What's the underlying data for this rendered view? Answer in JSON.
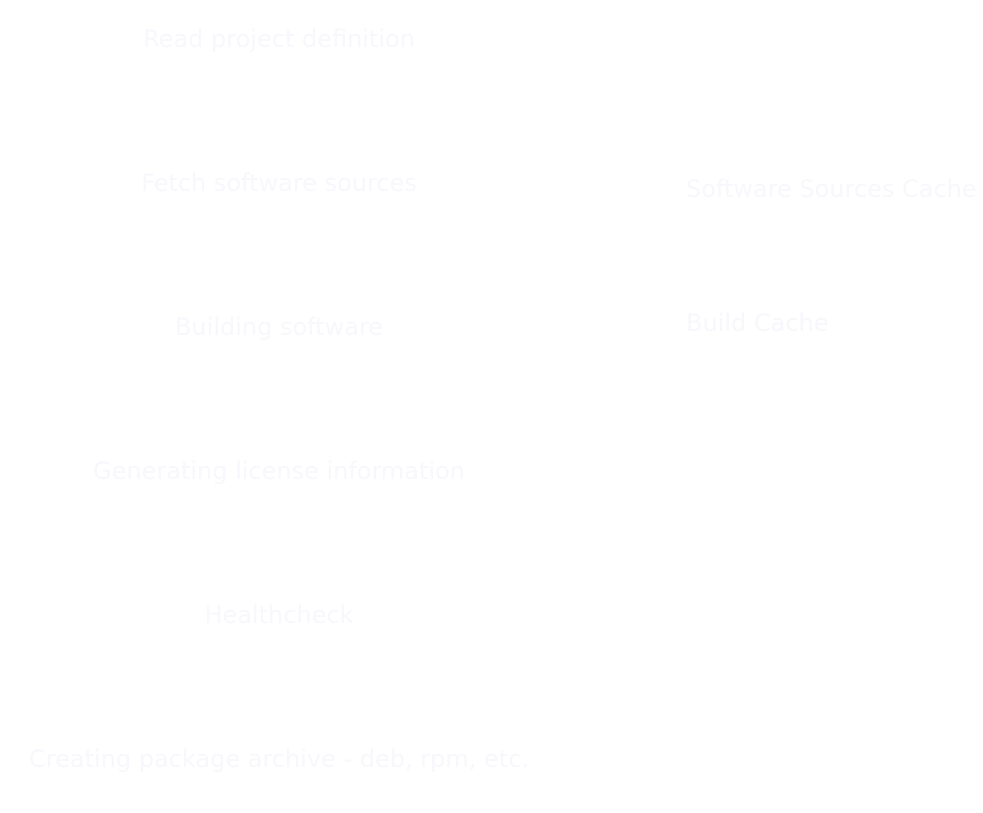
{
  "diagram": {
    "steps": [
      {
        "label": "Read project definition"
      },
      {
        "label": "Fetch software sources"
      },
      {
        "label": "Building software"
      },
      {
        "label": "Generating license information"
      },
      {
        "label": "Healthcheck"
      },
      {
        "label": "Creating package archive - deb, rpm, etc."
      }
    ],
    "caches": [
      {
        "label": "Software Sources Cache"
      },
      {
        "label": "Build Cache"
      }
    ],
    "colors": {
      "background": "#ffffff",
      "text": "#f7f7fc"
    }
  }
}
